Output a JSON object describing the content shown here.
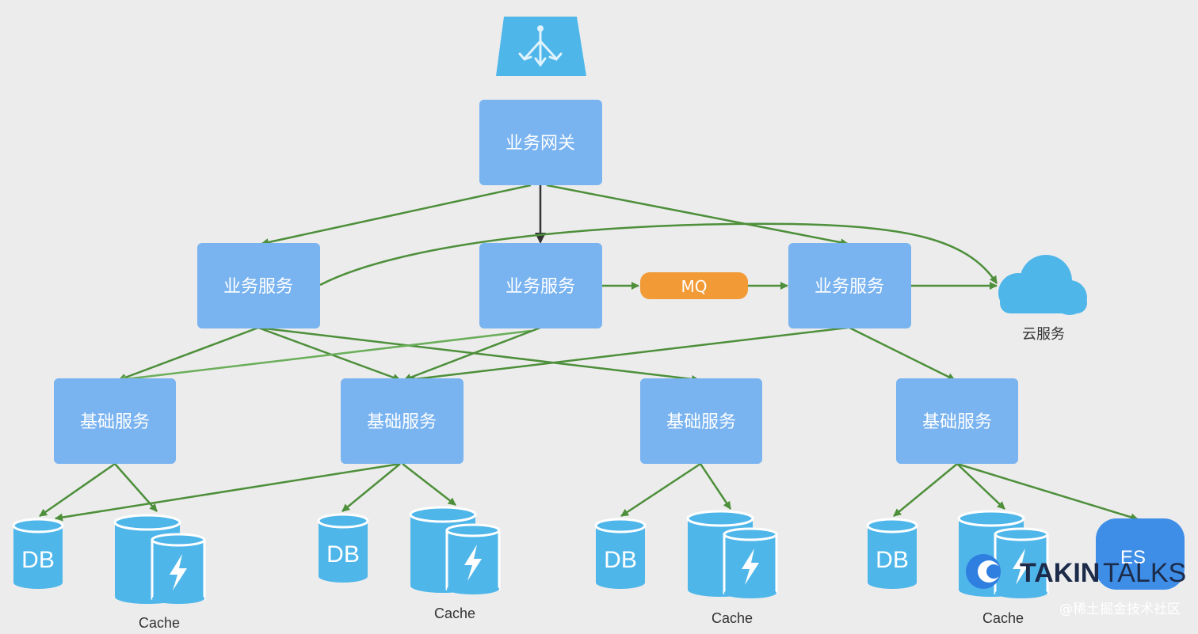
{
  "gateway": {
    "label": "业务网关"
  },
  "business": [
    {
      "label": "业务服务"
    },
    {
      "label": "业务服务"
    },
    {
      "label": "业务服务"
    }
  ],
  "mq": {
    "label": "MQ"
  },
  "cloud": {
    "label": "云服务"
  },
  "base": [
    {
      "label": "基础服务"
    },
    {
      "label": "基础服务"
    },
    {
      "label": "基础服务"
    },
    {
      "label": "基础服务"
    }
  ],
  "stores": {
    "db_label": "DB",
    "cache_label": "Cache",
    "es_label": "ES"
  },
  "brand": {
    "part1": "TAKIN",
    "part2": "TALKS"
  },
  "watermark": "@稀土掘金技术社区",
  "colors": {
    "box": "#79b3f0",
    "arrow": "#4d8f3a",
    "mq": "#f19a36",
    "storage": "#4fb6ea",
    "background": "#ececec"
  }
}
